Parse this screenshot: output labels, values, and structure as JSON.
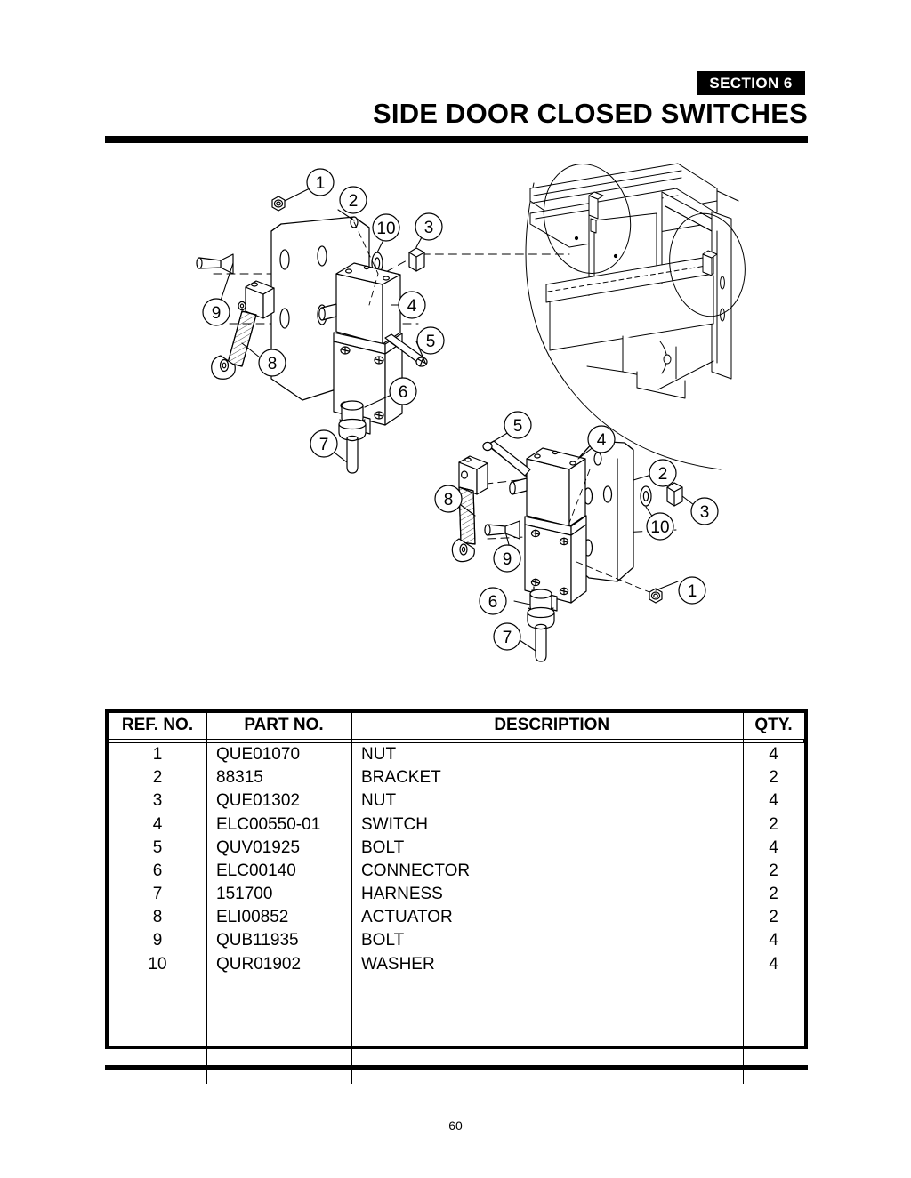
{
  "header": {
    "section_badge": "SECTION 6",
    "title": "SIDE DOOR CLOSED SWITCHES"
  },
  "footer": {
    "page_number": "60"
  },
  "table": {
    "columns": [
      "REF. NO.",
      "PART NO.",
      "DESCRIPTION",
      "QTY."
    ],
    "rows": [
      {
        "ref": "1",
        "part": "QUE01070",
        "desc": "NUT",
        "qty": "4"
      },
      {
        "ref": "2",
        "part": "88315",
        "desc": "BRACKET",
        "qty": "2"
      },
      {
        "ref": "3",
        "part": "QUE01302",
        "desc": "NUT",
        "qty": "4"
      },
      {
        "ref": "4",
        "part": "ELC00550-01",
        "desc": "SWITCH",
        "qty": "2"
      },
      {
        "ref": "5",
        "part": "QUV01925",
        "desc": "BOLT",
        "qty": "4"
      },
      {
        "ref": "6",
        "part": "ELC00140",
        "desc": "CONNECTOR",
        "qty": "2"
      },
      {
        "ref": "7",
        "part": "151700",
        "desc": "HARNESS",
        "qty": "2"
      },
      {
        "ref": "8",
        "part": "ELI00852",
        "desc": "ACTUATOR",
        "qty": "2"
      },
      {
        "ref": "9",
        "part": "QUB11935",
        "desc": "BOLT",
        "qty": "4"
      },
      {
        "ref": "10",
        "part": "QUR01902",
        "desc": "WASHER",
        "qty": "4"
      }
    ]
  },
  "diagram": {
    "views": [
      {
        "name": "left-hand-exploded-view",
        "callouts": [
          "1",
          "2",
          "10",
          "3",
          "4",
          "9",
          "5",
          "8",
          "6",
          "7"
        ]
      },
      {
        "name": "installation-context-view",
        "callouts": []
      },
      {
        "name": "right-hand-exploded-view",
        "callouts": [
          "5",
          "4",
          "2",
          "8",
          "3",
          "10",
          "9",
          "6",
          "1",
          "7"
        ]
      }
    ],
    "line_color": "#000000",
    "fill_color": "#ffffff"
  }
}
